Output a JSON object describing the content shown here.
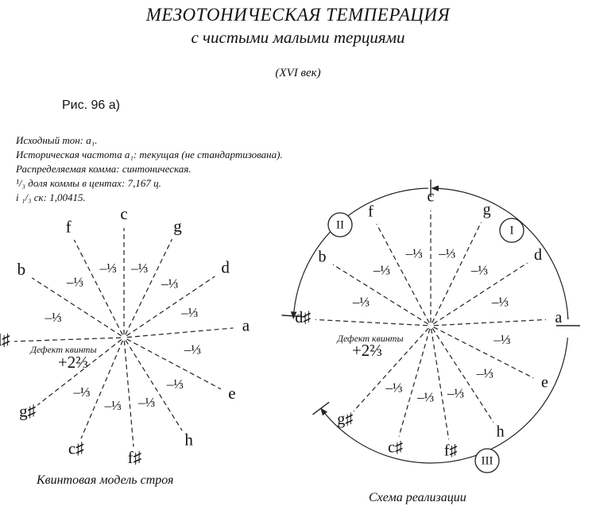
{
  "title": "МЕЗОТОНИЧЕСКАЯ  ТЕМПЕРАЦИЯ",
  "subtitle": "с чистыми малыми терциями",
  "century": "(XVI век)",
  "figure_label": "Рис. 96 а)",
  "info": {
    "line1": "Исходный тон: a₁.",
    "line2": "Историческая частота a₁: текущая (не стандартизована).",
    "line3": "Распределяемая комма: синтоническая.",
    "line4": "¹/₃ доля коммы в центах: 7,167 ц.",
    "line5": "i ₁/₃ ск: 1,00415."
  },
  "fraction_label": "–⅓",
  "defect": {
    "label": "Дефект квинты",
    "value": "+2⅔"
  },
  "notes": [
    "c",
    "g",
    "d",
    "a",
    "e",
    "h",
    "f♯",
    "c♯",
    "g♯",
    "d♯",
    "b",
    "f"
  ],
  "left_diagram": {
    "caption": "Квинтовая модель строя"
  },
  "right_diagram": {
    "caption": "Схема реализации",
    "markers": [
      "I",
      "II",
      "III"
    ]
  }
}
